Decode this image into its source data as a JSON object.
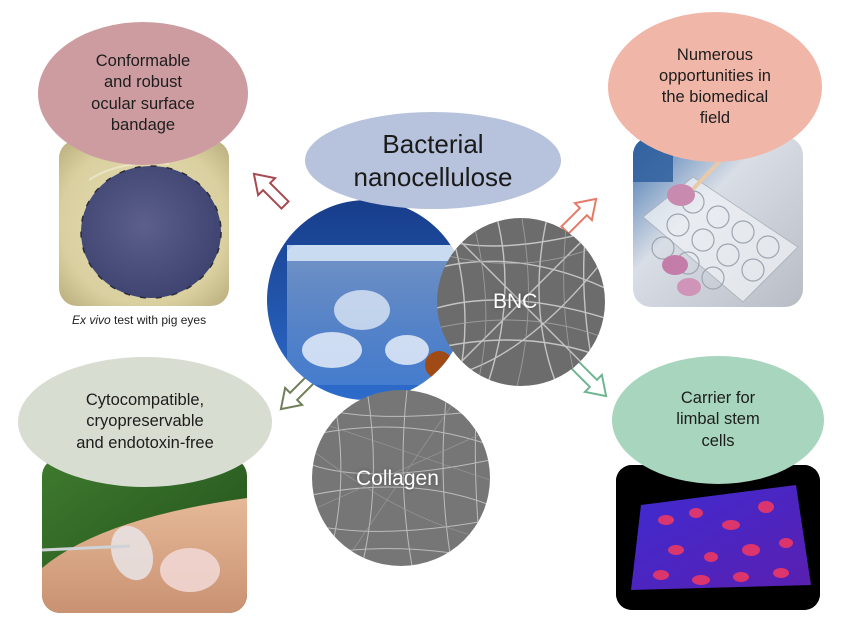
{
  "center": {
    "title": "Bacterial\nnanocellulose",
    "bnc_label": "BNC",
    "collagen_label": "Collagen"
  },
  "top_left": {
    "text": "Conformable\nand robust\nocular surface\nbandage",
    "caption_italic": "Ex vivo",
    "caption_rest": " test with pig eyes"
  },
  "top_right": {
    "text": "Numerous\nopportunities in\nthe biomedical\nfield"
  },
  "bottom_left": {
    "text": "Cytocompatible,\ncryopreservable\nand endotoxin-free"
  },
  "bottom_right": {
    "text": "Carrier for\nlimbal stem\ncells"
  },
  "colors": {
    "title_ellipse": "#b7c3dc",
    "top_left_ellipse": "#cd9ca1",
    "top_right_ellipse": "#f0b7a9",
    "bottom_left_ellipse": "#d8ddd1",
    "bottom_right_ellipse": "#a8d5bd",
    "arrow_top_left": "#a74a4f",
    "arrow_top_right": "#e47a67",
    "arrow_bottom_left": "#6f7f5a",
    "arrow_bottom_right": "#6fb592"
  }
}
